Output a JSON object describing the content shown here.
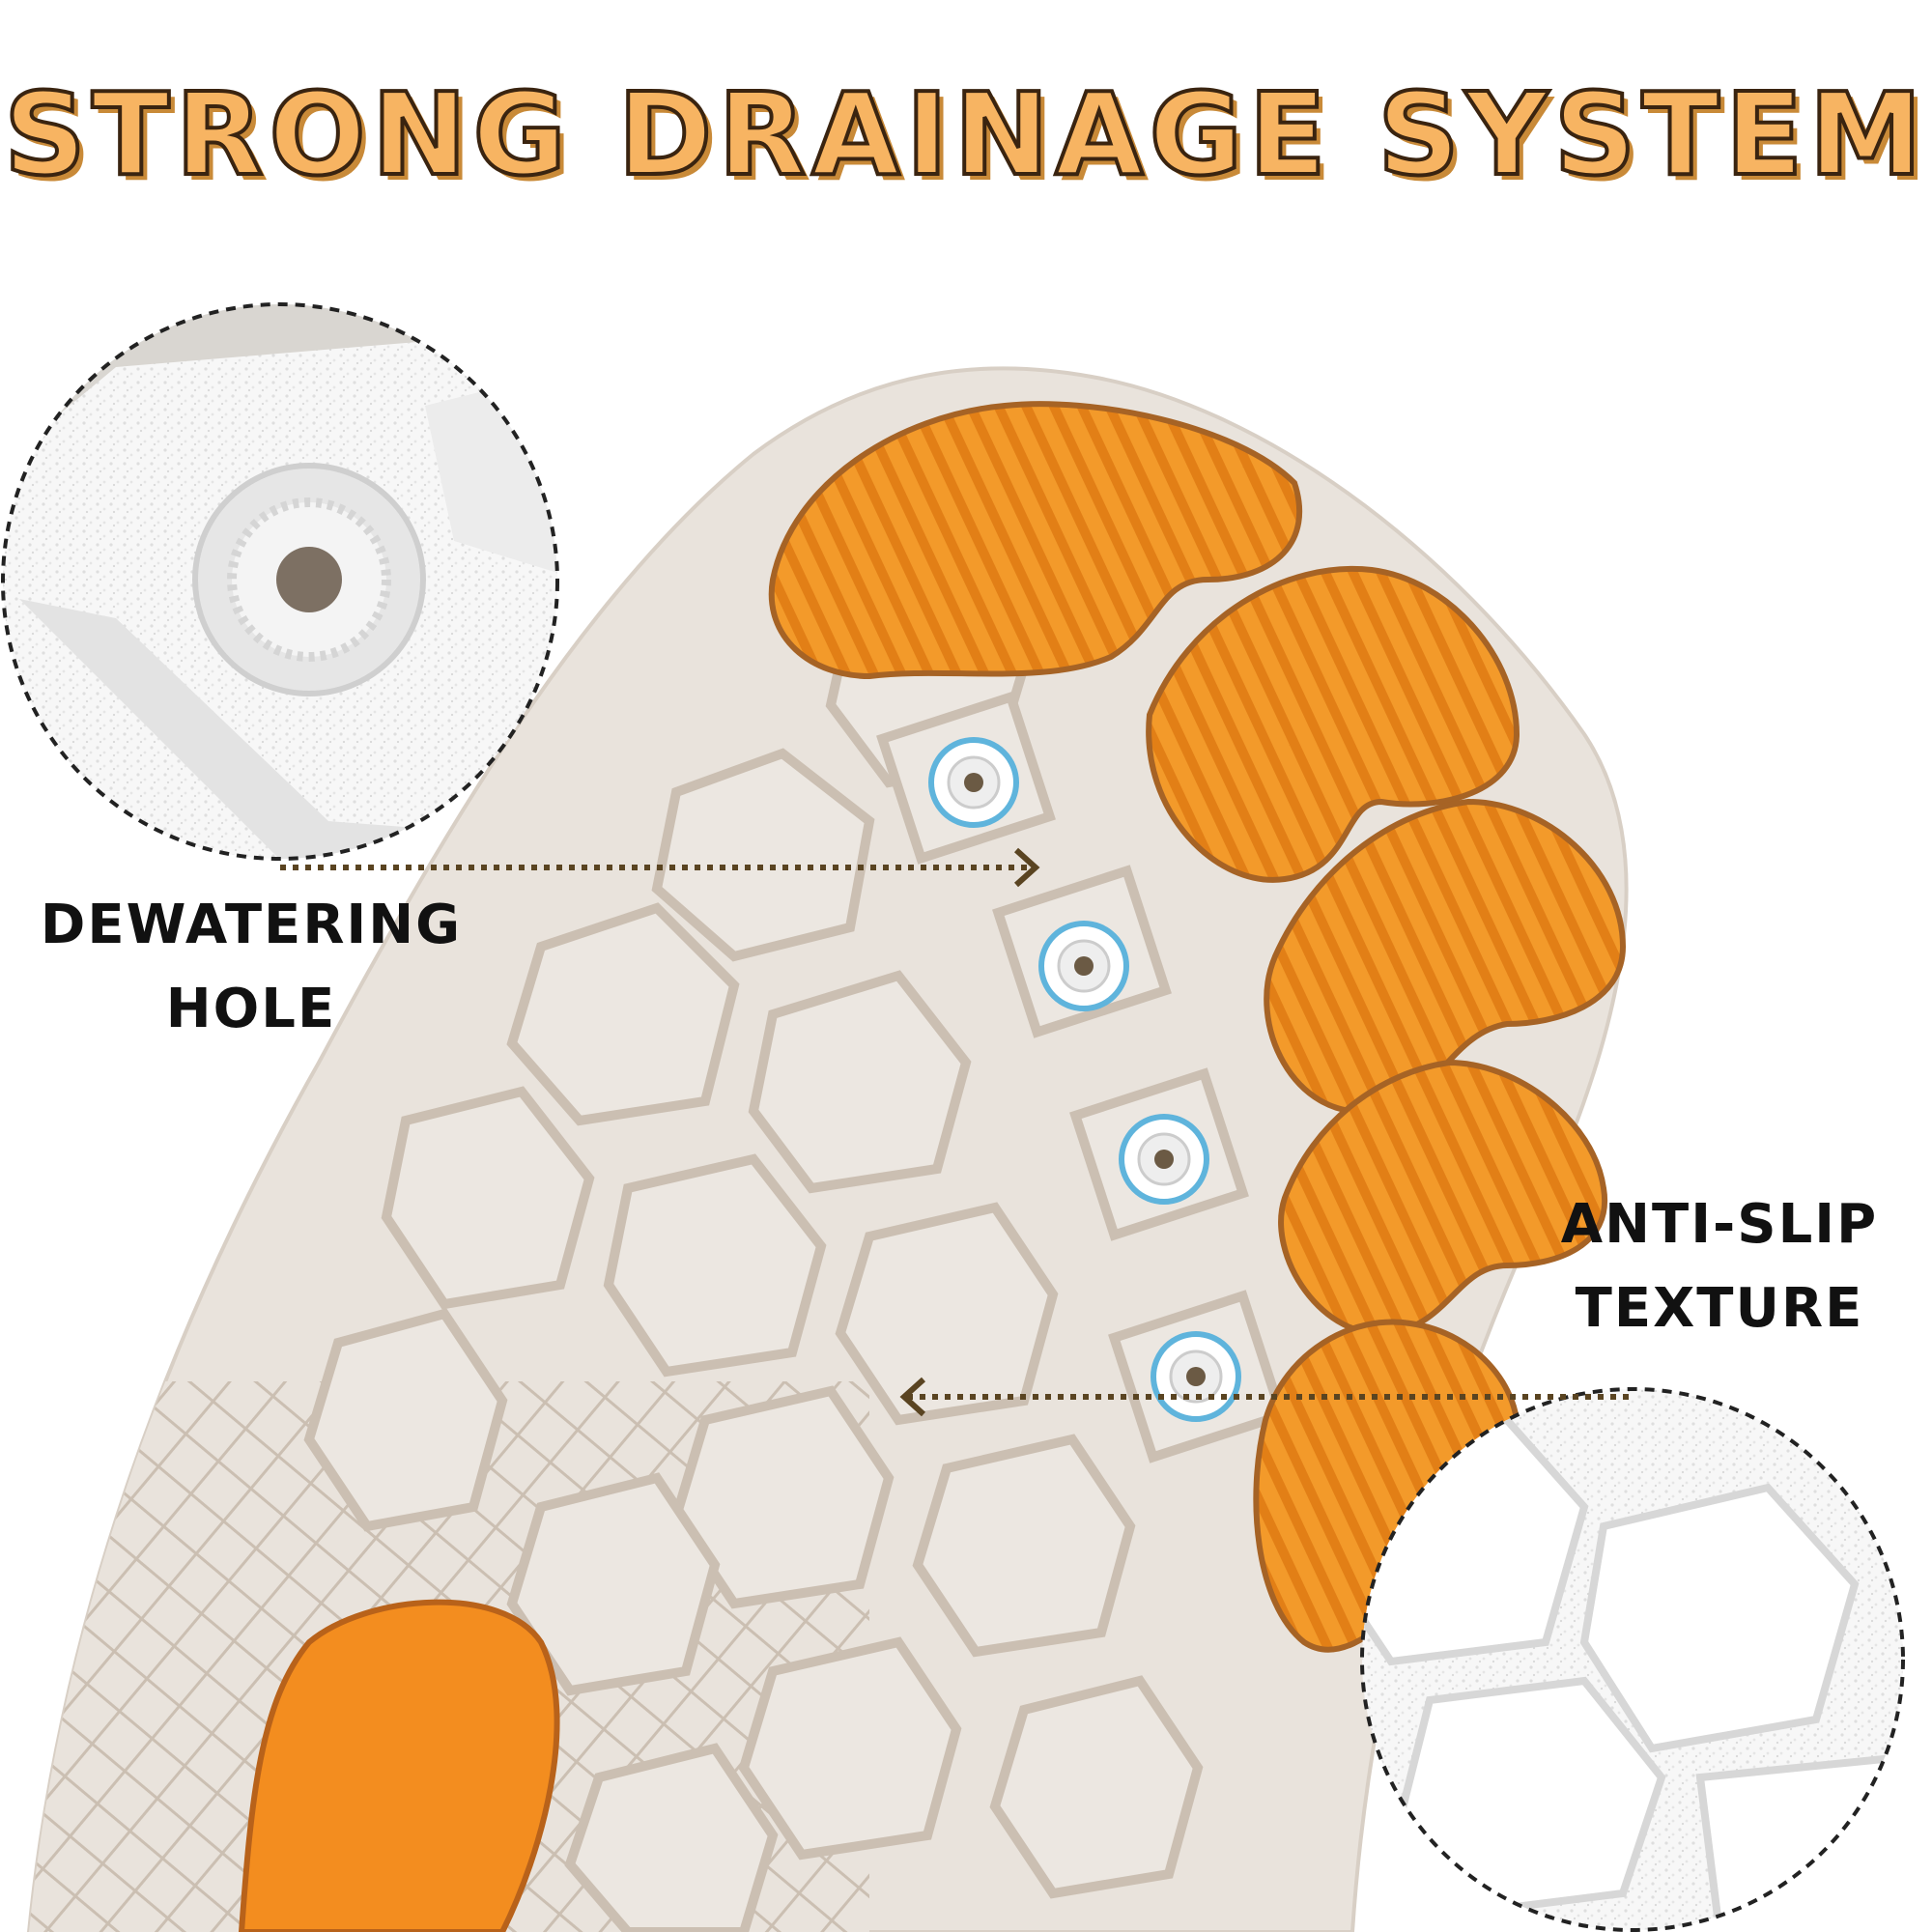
{
  "headline": "STRONG DRAINAGE SYSTEM",
  "callouts": {
    "dewatering": {
      "line1": "DEWATERING",
      "line2": "HOLE"
    },
    "antislip": {
      "line1": "ANTI-SLIP",
      "line2": "TEXTURE"
    }
  },
  "colors": {
    "headline_fill": "#f7b462",
    "headline_outline": "#3a2410",
    "sole_base": "#e9e3dc",
    "sole_groove": "#cfc5ba",
    "toe_pads": "#f39a2a",
    "hole_ring": "#5fb4dc",
    "arrow": "#5a4421"
  }
}
